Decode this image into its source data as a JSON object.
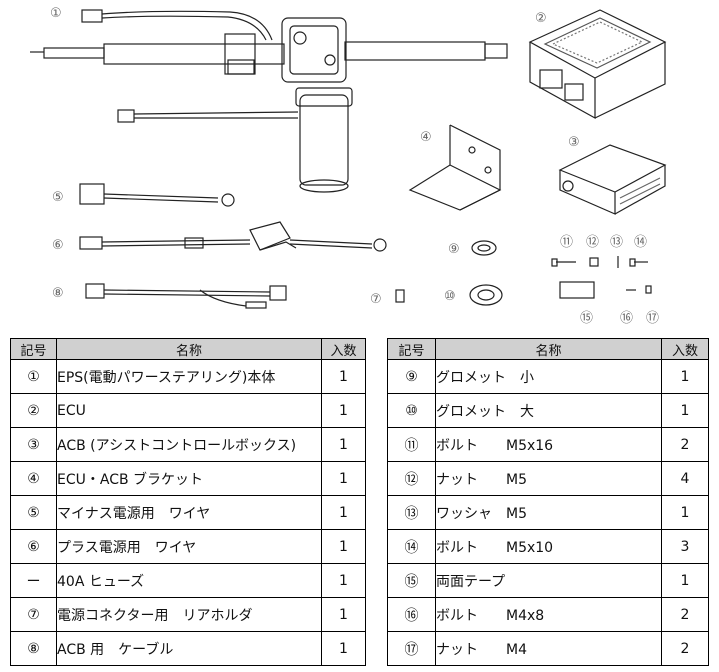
{
  "diagram": {
    "callouts": [
      "①",
      "②",
      "③",
      "④",
      "⑤",
      "⑥",
      "⑦",
      "⑧",
      "⑨",
      "⑩",
      "⑪",
      "⑫",
      "⑬",
      "⑭",
      "⑮",
      "⑯",
      "⑰"
    ]
  },
  "table_left": {
    "headers": [
      "記号",
      "名称",
      "入数"
    ],
    "rows": [
      {
        "sym": "①",
        "name": "EPS(電動パワーステアリング)本体",
        "qty": "1"
      },
      {
        "sym": "②",
        "name": "ECU",
        "qty": "1"
      },
      {
        "sym": "③",
        "name": "ACB (アシストコントロールボックス)",
        "qty": "1"
      },
      {
        "sym": "④",
        "name": "ECU・ACB ブラケット",
        "qty": "1"
      },
      {
        "sym": "⑤",
        "name": "マイナス電源用　ワイヤ",
        "qty": "1"
      },
      {
        "sym": "⑥",
        "name": "プラス電源用　ワイヤ",
        "qty": "1"
      },
      {
        "sym": "ー",
        "name": "40A ヒューズ",
        "qty": "1"
      },
      {
        "sym": "⑦",
        "name": "電源コネクター用　リアホルダ",
        "qty": "1"
      },
      {
        "sym": "⑧",
        "name": "ACB 用　ケーブル",
        "qty": "1"
      }
    ]
  },
  "table_right": {
    "headers": [
      "記号",
      "名称",
      "入数"
    ],
    "rows": [
      {
        "sym": "⑨",
        "name": "グロメット　小",
        "qty": "1"
      },
      {
        "sym": "⑩",
        "name": "グロメット　大",
        "qty": "1"
      },
      {
        "sym": "⑪",
        "name": "ボルト　　M5x16",
        "qty": "2"
      },
      {
        "sym": "⑫",
        "name": "ナット　　M5",
        "qty": "4"
      },
      {
        "sym": "⑬",
        "name": "ワッシャ　M5",
        "qty": "1"
      },
      {
        "sym": "⑭",
        "name": "ボルト　　M5x10",
        "qty": "3"
      },
      {
        "sym": "⑮",
        "name": "両面テープ",
        "qty": "1"
      },
      {
        "sym": "⑯",
        "name": "ボルト　　M4x8",
        "qty": "2"
      },
      {
        "sym": "⑰",
        "name": "ナット　　M4",
        "qty": "2"
      }
    ]
  }
}
